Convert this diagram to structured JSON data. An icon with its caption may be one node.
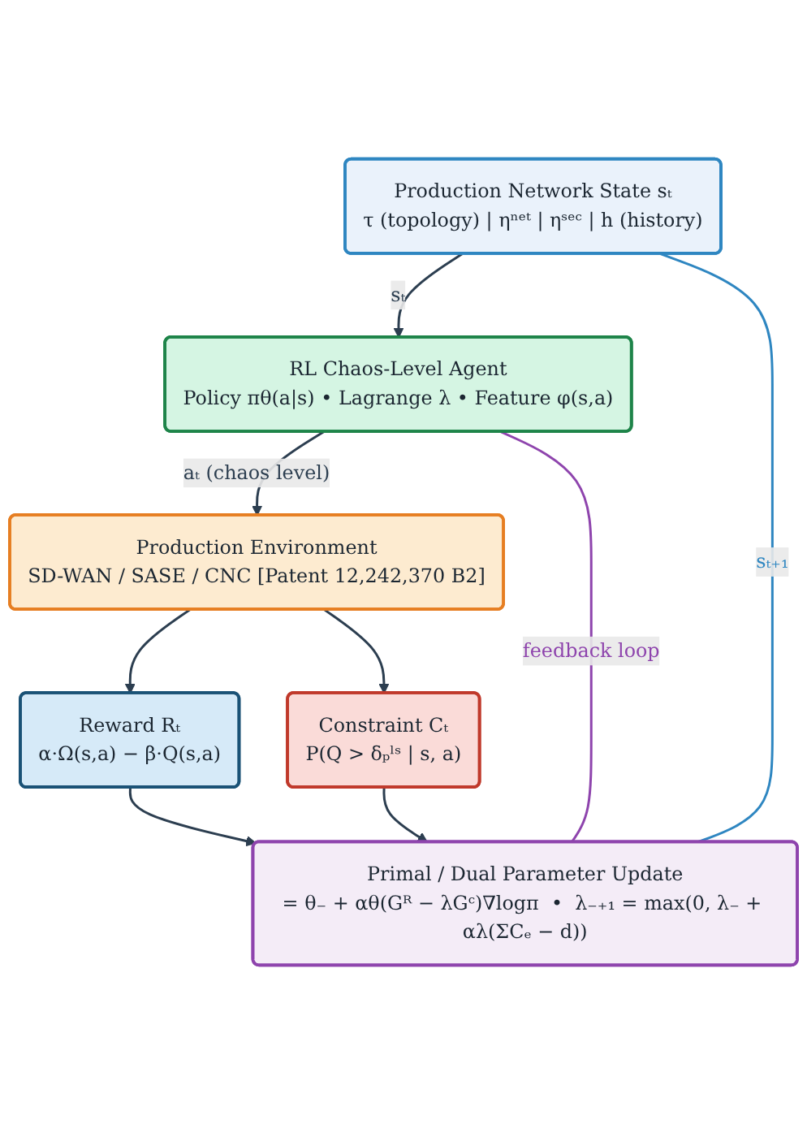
{
  "diagram": {
    "nodes": [
      {
        "text": [
          "Production Network State  sₜ",
          "τ (topology) | ηⁿᵉᵗ | ηˢᵉᶜ | h (history)"
        ]
      },
      {
        "text": [
          "RL Chaos-Level Agent",
          "Policy πθ(a|s) • Lagrange λ • Feature φ(s,a)"
        ]
      },
      {
        "text": [
          "Production Environment",
          "SD-WAN / SASE / CNC  [Patent 12,242,370 B2]"
        ]
      },
      {
        "text": [
          "Reward  Rₜ",
          "α·Ω(s,a) − β·Q(s,a)"
        ]
      },
      {
        "text": [
          "Constraint  Cₜ",
          "P(Q > δₚˡˢ | s, a)"
        ]
      },
      {
        "text": [
          "Primal / Dual Parameter Update",
          "= θ₋ + αθ(Gᴿ − λGᶜ)∇logπ  •  λ₋₊₁ = max(0, λ₋ + αλ(ΣCₑ − d))"
        ]
      }
    ],
    "edges": [
      {
        "from": 0,
        "to": 1,
        "arrow": "to",
        "label": "sₜ"
      },
      {
        "from": 1,
        "to": 2,
        "arrow": "to",
        "label": "aₜ (chaos level)"
      },
      {
        "from": 2,
        "to": 3,
        "arrow": "to"
      },
      {
        "from": 2,
        "to": 4,
        "arrow": "to"
      },
      {
        "from": 3,
        "to": 5,
        "arrow": "to"
      },
      {
        "from": 4,
        "to": 5,
        "arrow": "to"
      },
      {
        "from": 5,
        "to": 1,
        "arrow": "none",
        "label": "feedback loop",
        "color": "#8e44ad"
      },
      {
        "from": 5,
        "to": 0,
        "arrow": "none",
        "label": "sₜ₊₁",
        "color": "#2e86c1"
      }
    ]
  }
}
